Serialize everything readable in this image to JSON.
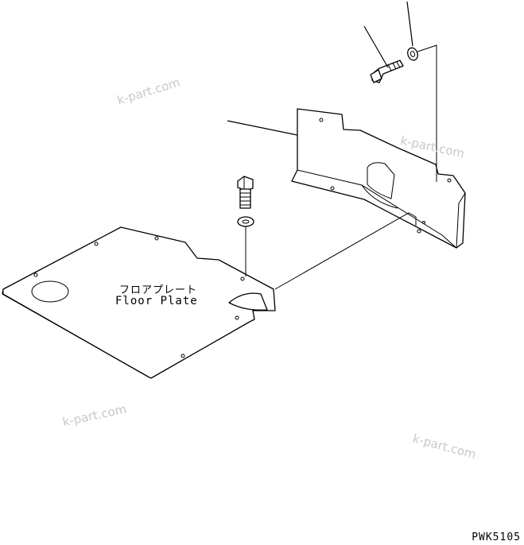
{
  "labels": {
    "part_name_jp": "フロアプレート",
    "part_name_en": "Floor Plate"
  },
  "drawing_code": "PWK5105",
  "watermarks": [
    "k-part.com",
    "k-part.com",
    "k-part.com",
    "k-part.com"
  ]
}
